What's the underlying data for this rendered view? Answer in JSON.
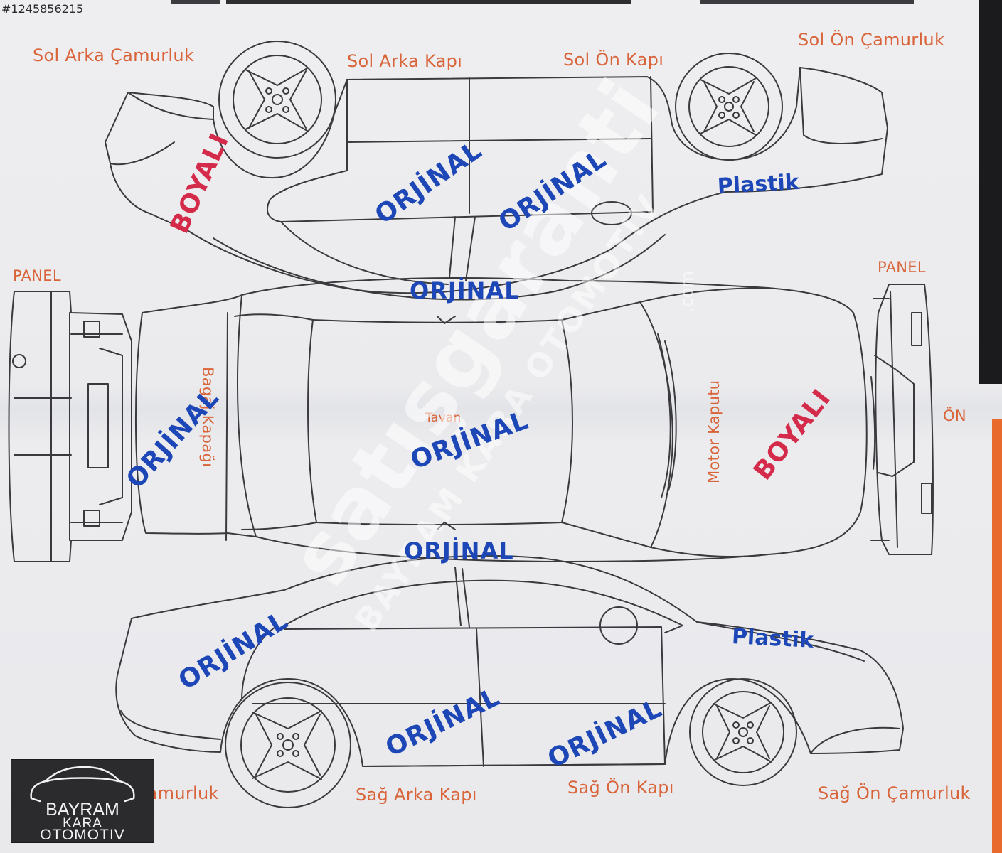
{
  "listing_id": "#1245856215",
  "labels": {
    "sol_arka_camurluk": "Sol Arka Çamurluk",
    "sol_arka_kapi": "Sol Arka Kapı",
    "sol_on_kapi": "Sol Ön Kapı",
    "sol_on_camurluk": "Sol Ön Çamurluk",
    "panel_left": "PANEL",
    "panel_right": "PANEL",
    "on": "ÖN",
    "bagaj_kapagi": "Bagaj Kapağı",
    "tavan": "Tavan",
    "motor_kaputu": "Motor Kaputu",
    "sag_arka_camurluk": "Sağ Arka Çamurluk",
    "sag_arka_kapi": "Sağ Arka Kapı",
    "sag_on_kapi": "Sağ Ön Kapı",
    "sag_on_camurluk": "Sağ Ön Çamurluk"
  },
  "stamps": {
    "left_rear_fender": "BOYALI",
    "left_rear_door": "ORJİNAL",
    "left_front_door": "ORJİNAL",
    "left_front_fender": "Plastik",
    "left_roof_edge": "ORJİNAL",
    "trunk": "ORJİNAL",
    "roof": "ORJİNAL",
    "hood": "BOYALI",
    "right_roof_edge": "ORJİNAL",
    "right_rear_fender": "ORJİNAL",
    "right_rear_door": "ORJİNAL",
    "right_front_door": "ORJİNAL",
    "right_front_fender": "Plastik"
  },
  "watermark": {
    "brand": "satışgaranti",
    "sub": "BAYRAM KARA OTOMOTIV",
    "tld": ".com"
  },
  "logo": {
    "line1": "BAYRAM",
    "line2": "KARA",
    "line3": "OTOMOTIV"
  },
  "colors": {
    "label_orange": "#d9643a",
    "stamp_blue": "#1d47b6",
    "stamp_red": "#d42b4b",
    "outline": "#3a3a3e"
  }
}
